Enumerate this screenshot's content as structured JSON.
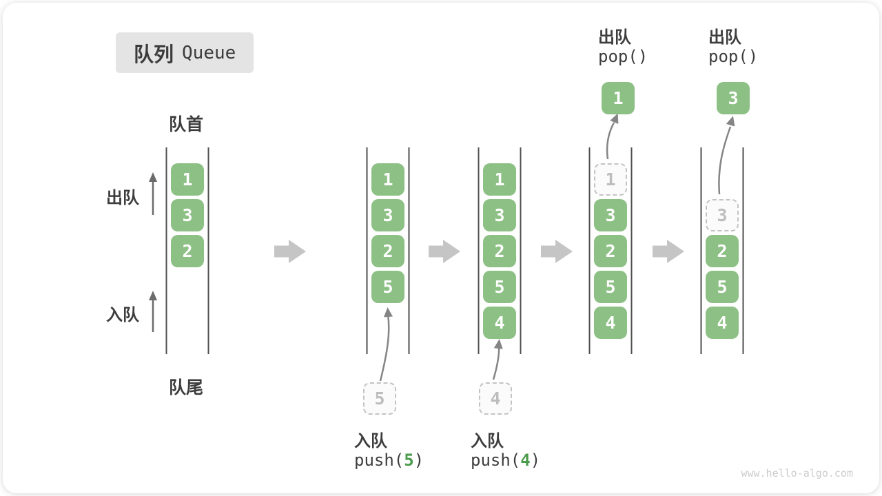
{
  "title": {
    "zh": "队列",
    "en": "Queue"
  },
  "side_labels": {
    "front": "队首",
    "rear": "队尾",
    "dequeue": "出队",
    "enqueue": "入队"
  },
  "states": [
    {
      "name": "initial",
      "cells": [
        {
          "slot": 1,
          "value": "1",
          "kind": "solid"
        },
        {
          "slot": 2,
          "value": "3",
          "kind": "solid"
        },
        {
          "slot": 3,
          "value": "2",
          "kind": "solid"
        }
      ]
    },
    {
      "name": "after-push-5",
      "cells": [
        {
          "slot": 1,
          "value": "1",
          "kind": "solid"
        },
        {
          "slot": 2,
          "value": "3",
          "kind": "solid"
        },
        {
          "slot": 3,
          "value": "2",
          "kind": "solid"
        },
        {
          "slot": 4,
          "value": "5",
          "kind": "solid"
        }
      ],
      "pending_value": "5",
      "caption": {
        "action": "入队",
        "code_prefix": "push(",
        "code_arg": "5",
        "code_suffix": ")"
      }
    },
    {
      "name": "after-push-4",
      "cells": [
        {
          "slot": 1,
          "value": "1",
          "kind": "solid"
        },
        {
          "slot": 2,
          "value": "3",
          "kind": "solid"
        },
        {
          "slot": 3,
          "value": "2",
          "kind": "solid"
        },
        {
          "slot": 4,
          "value": "5",
          "kind": "solid"
        },
        {
          "slot": 5,
          "value": "4",
          "kind": "solid"
        }
      ],
      "pending_value": "4",
      "caption": {
        "action": "入队",
        "code_prefix": "push(",
        "code_arg": "4",
        "code_suffix": ")"
      }
    },
    {
      "name": "after-pop-1",
      "cells": [
        {
          "slot": 1,
          "value": "1",
          "kind": "dashed"
        },
        {
          "slot": 2,
          "value": "3",
          "kind": "solid"
        },
        {
          "slot": 3,
          "value": "2",
          "kind": "solid"
        },
        {
          "slot": 4,
          "value": "5",
          "kind": "solid"
        },
        {
          "slot": 5,
          "value": "4",
          "kind": "solid"
        }
      ],
      "popped_value": "1",
      "caption": {
        "action": "出队",
        "code": "pop()"
      }
    },
    {
      "name": "after-pop-3",
      "cells": [
        {
          "slot": 2,
          "value": "3",
          "kind": "dashed"
        },
        {
          "slot": 3,
          "value": "2",
          "kind": "solid"
        },
        {
          "slot": 4,
          "value": "5",
          "kind": "solid"
        },
        {
          "slot": 5,
          "value": "4",
          "kind": "solid"
        }
      ],
      "popped_value": "3",
      "caption": {
        "action": "出队",
        "code": "pop()"
      }
    }
  ],
  "watermark": "www.hello-algo.com",
  "colors": {
    "cell_green": "#8cc084",
    "code_arg_green": "#4c9b4c",
    "dashed_border": "#c3c3c3",
    "dashed_text": "#bdbdbd",
    "block_arrow": "#c5c5c5",
    "column_line": "#4f4f4f",
    "flow_arrow": "#858585",
    "text_dark": "#3d3d3d",
    "title_bg": "#e4e4e4",
    "watermark_gray": "#cccccc"
  }
}
